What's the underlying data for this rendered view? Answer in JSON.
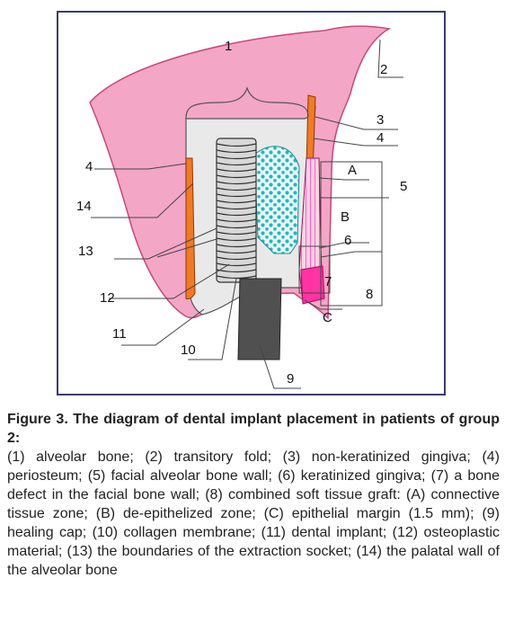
{
  "labels": {
    "l1": "1",
    "l2": "2",
    "l3": "3",
    "l4a": "4",
    "l4b": "4",
    "l5": "5",
    "l6": "6",
    "l7": "7",
    "l8": "8",
    "l9": "9",
    "l10": "10",
    "l11": "11",
    "l12": "12",
    "l13": "13",
    "l14": "14",
    "lA": "A",
    "lB": "B",
    "lC": "C"
  },
  "caption": {
    "title": "Figure 3. The diagram of dental implant placement in patients of group 2:",
    "body": "(1) alveolar bone; (2) transitory fold; (3) non-keratinized gingiva; (4) periosteum; (5) facial alveolar bone wall; (6) keratinized gingiva; (7) a bone defect in the facial bone wall; (8) combined soft tissue graft: (A) connective tissue zone; (B) de-epithelized zone; (C) epithelial margin (1.5 mm); (9) healing cap; (10) collagen membrane; (11) dental implant; (12) osteoplastic material; (13) the boundaries of the extraction socket; (14) the palatal wall of the alveolar bone"
  },
  "colors": {
    "gingiva": "#f4a6c6",
    "bone": "#e9e9e9",
    "periosteum": "#f07a28",
    "graft": "#ff33a3",
    "osteoplastic": "#21b8c0",
    "implant": "#c8c8c8",
    "healing_cap": "#505050",
    "frame": "#3b3b70"
  }
}
